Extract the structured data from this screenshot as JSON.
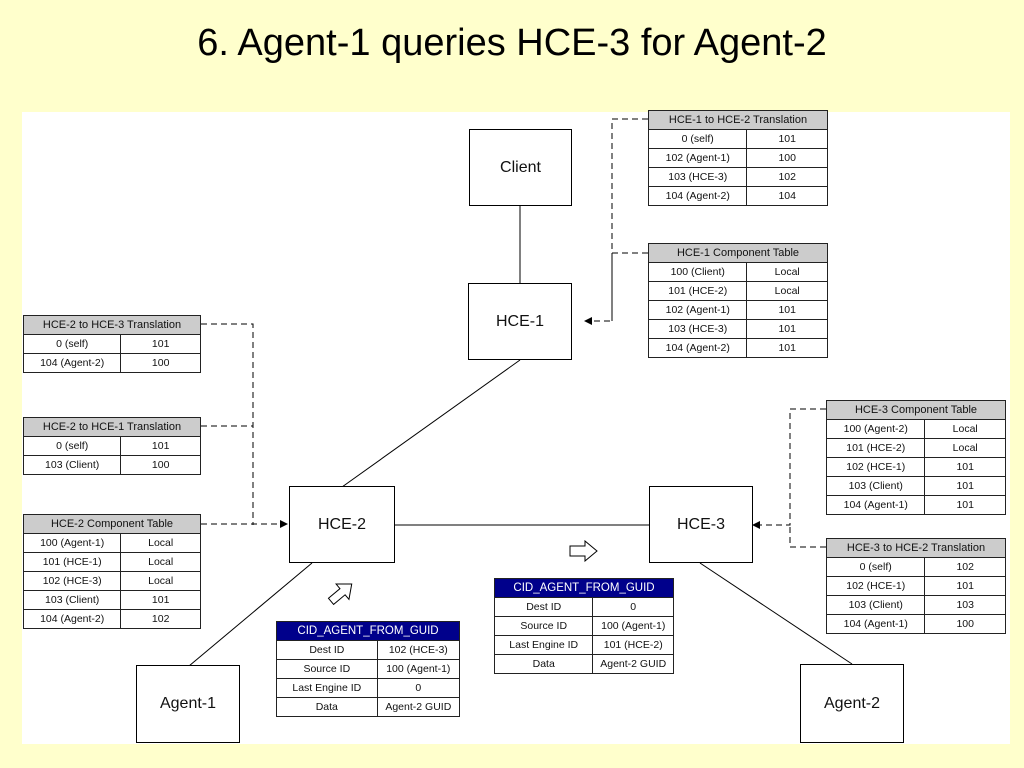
{
  "title": "6. Agent-1 queries HCE-3 for Agent-2",
  "nodes": {
    "client": "Client",
    "hce1": "HCE-1",
    "hce2": "HCE-2",
    "hce3": "HCE-3",
    "agent1": "Agent-1",
    "agent2": "Agent-2"
  },
  "tables": {
    "hce1_to_hce2": {
      "title": "HCE-1 to HCE-2 Translation",
      "rows": [
        [
          "0 (self)",
          "101"
        ],
        [
          "102 (Agent-1)",
          "100"
        ],
        [
          "103 (HCE-3)",
          "102"
        ],
        [
          "104 (Agent-2)",
          "104"
        ]
      ]
    },
    "hce1_component": {
      "title": "HCE-1 Component Table",
      "rows": [
        [
          "100 (Client)",
          "Local"
        ],
        [
          "101 (HCE-2)",
          "Local"
        ],
        [
          "102 (Agent-1)",
          "101"
        ],
        [
          "103 (HCE-3)",
          "101"
        ],
        [
          "104 (Agent-2)",
          "101"
        ]
      ]
    },
    "hce2_to_hce3": {
      "title": "HCE-2 to HCE-3 Translation",
      "rows": [
        [
          "0 (self)",
          "101"
        ],
        [
          "104 (Agent-2)",
          "100"
        ]
      ]
    },
    "hce2_to_hce1": {
      "title": "HCE-2 to HCE-1 Translation",
      "rows": [
        [
          "0 (self)",
          "101"
        ],
        [
          "103 (Client)",
          "100"
        ]
      ]
    },
    "hce2_component": {
      "title": "HCE-2 Component Table",
      "rows": [
        [
          "100 (Agent-1)",
          "Local"
        ],
        [
          "101 (HCE-1)",
          "Local"
        ],
        [
          "102 (HCE-3)",
          "Local"
        ],
        [
          "103 (Client)",
          "101"
        ],
        [
          "104 (Agent-2)",
          "102"
        ]
      ]
    },
    "hce3_component": {
      "title": "HCE-3 Component Table",
      "rows": [
        [
          "100 (Agent-2)",
          "Local"
        ],
        [
          "101 (HCE-2)",
          "Local"
        ],
        [
          "102 (HCE-1)",
          "101"
        ],
        [
          "103 (Client)",
          "101"
        ],
        [
          "104 (Agent-1)",
          "101"
        ]
      ]
    },
    "hce3_to_hce2": {
      "title": "HCE-3 to HCE-2 Translation",
      "rows": [
        [
          "0 (self)",
          "102"
        ],
        [
          "102 (HCE-1)",
          "101"
        ],
        [
          "103 (Client)",
          "103"
        ],
        [
          "104 (Agent-1)",
          "100"
        ]
      ]
    }
  },
  "messages": {
    "msg_hce2": {
      "title": "CID_AGENT_FROM_GUID",
      "rows": [
        [
          "Dest ID",
          "102 (HCE-3)"
        ],
        [
          "Source ID",
          "100 (Agent-1)"
        ],
        [
          "Last Engine ID",
          "0"
        ],
        [
          "Data",
          "Agent-2 GUID"
        ]
      ]
    },
    "msg_hce3": {
      "title": "CID_AGENT_FROM_GUID",
      "rows": [
        [
          "Dest ID",
          "0"
        ],
        [
          "Source ID",
          "100 (Agent-1)"
        ],
        [
          "Last Engine ID",
          "101 (HCE-2)"
        ],
        [
          "Data",
          "Agent-2 GUID"
        ]
      ]
    }
  },
  "colors": {
    "background": "#ffffcc",
    "table_header": "#cccccc",
    "message_header": "#00008b"
  }
}
